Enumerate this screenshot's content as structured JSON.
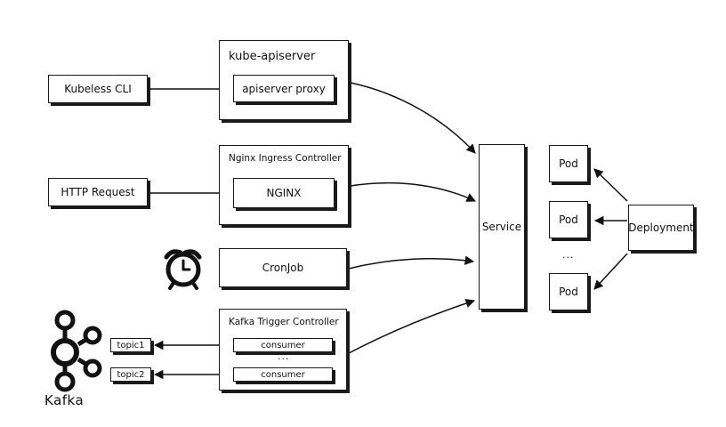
{
  "sources": {
    "kubeless_cli": "Kubeless CLI",
    "http_request": "HTTP Request"
  },
  "kube_apiserver": {
    "title": "kube-apiserver",
    "proxy": "apiserver proxy"
  },
  "nginx_ingress": {
    "title": "Nginx Ingress Controller",
    "nginx": "NGINX"
  },
  "cronjob": {
    "label": "CronJob"
  },
  "kafka_trigger": {
    "title": "Kafka Trigger Controller",
    "consumers": [
      "consumer",
      "consumer"
    ],
    "ellipsis": "..."
  },
  "topics": [
    "topic1",
    "topic2"
  ],
  "kafka": {
    "label": "Kafka"
  },
  "service": {
    "label": "Service"
  },
  "pods": [
    "Pod",
    "Pod",
    "Pod"
  ],
  "pods_ellipsis": "...",
  "deployment": {
    "label": "Deployment"
  },
  "icons": {
    "clock": "alarm-clock-icon",
    "kafka": "kafka-logo-icon"
  }
}
